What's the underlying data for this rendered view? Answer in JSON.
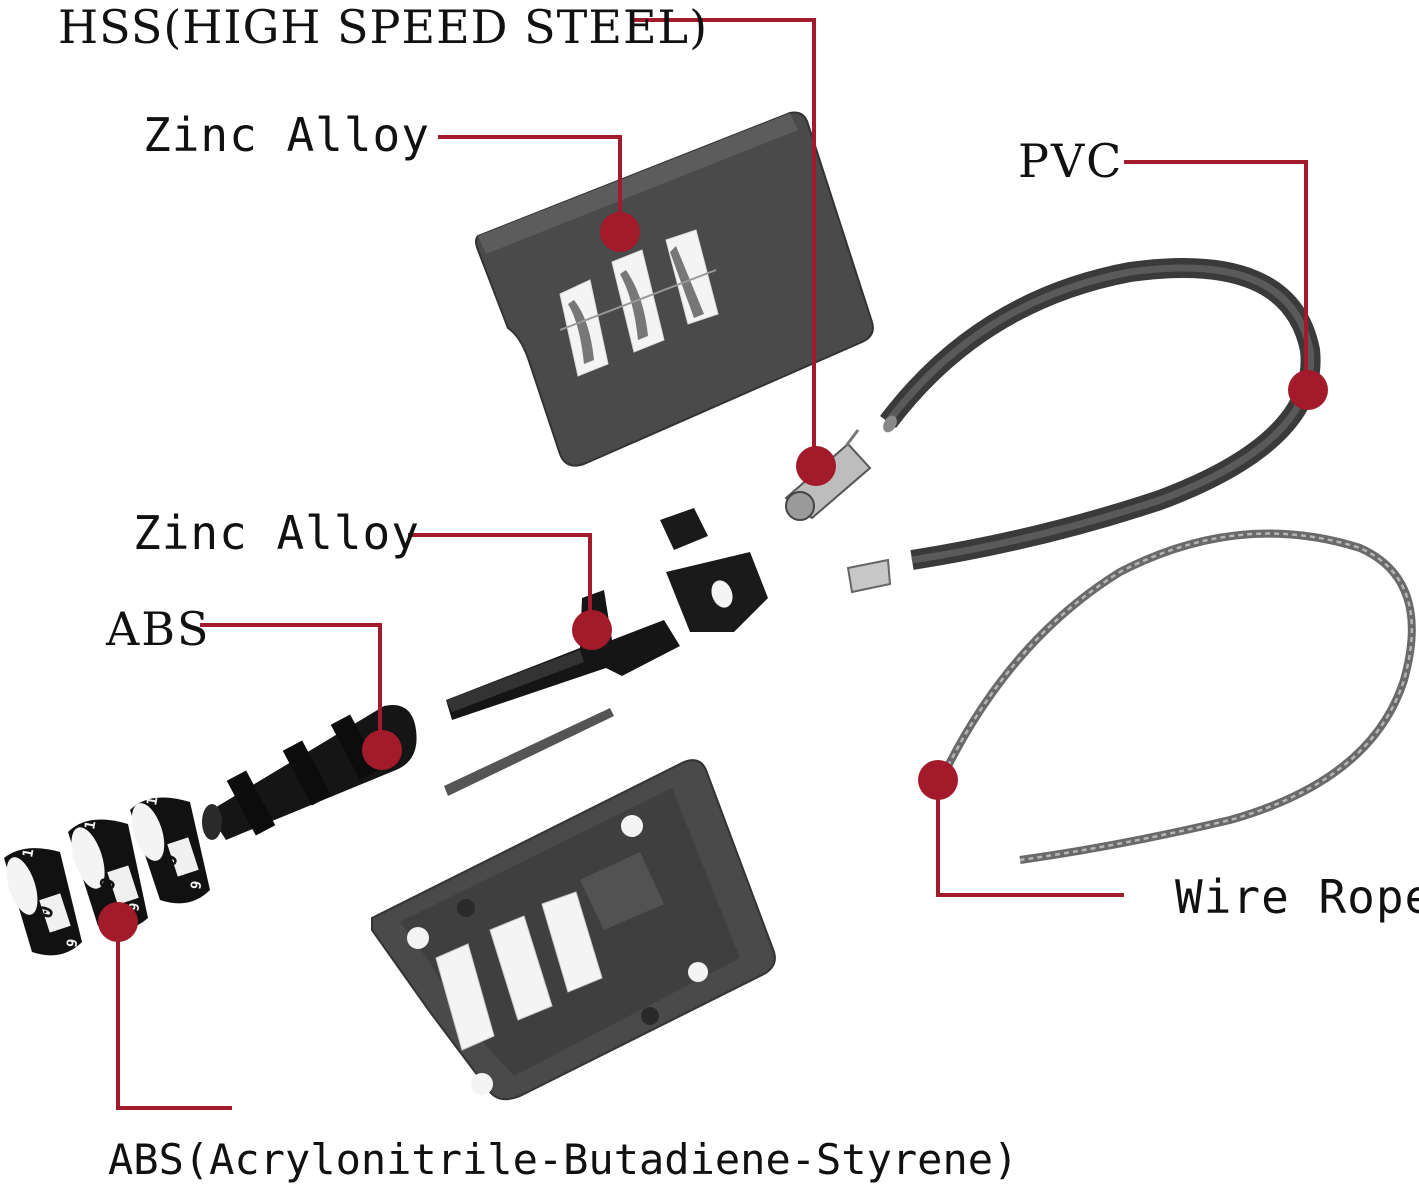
{
  "colors": {
    "leader": "#a31a2a",
    "part_dark": "#4a4a4a",
    "part_edge": "#3a3a3a",
    "part_black": "#151515",
    "slot_white": "#f4f4f4"
  },
  "icons": {
    "top_cover": "lock-top-cover-icon",
    "bottom_base": "lock-bottom-base-icon",
    "latch": "latch-slider-icon",
    "shaft": "combination-shaft-icon",
    "dials": "number-dial-icon",
    "pvc_tube": "pvc-tube-icon",
    "wire_rope": "wire-rope-icon",
    "pin": "hss-pin-icon"
  },
  "labels": {
    "hss": "HSS(HIGH SPEED STEEL)",
    "zinc_top": "Zinc Alloy",
    "pvc": "PVC",
    "zinc_mid": "Zinc Alloy",
    "abs_short": "ABS",
    "wire_rope": "Wire Rope",
    "abs_full": "ABS(Acrylonitrile-Butadiene-Styrene)"
  },
  "dial_digits": {
    "front": "0",
    "top": "1",
    "side": "9"
  }
}
